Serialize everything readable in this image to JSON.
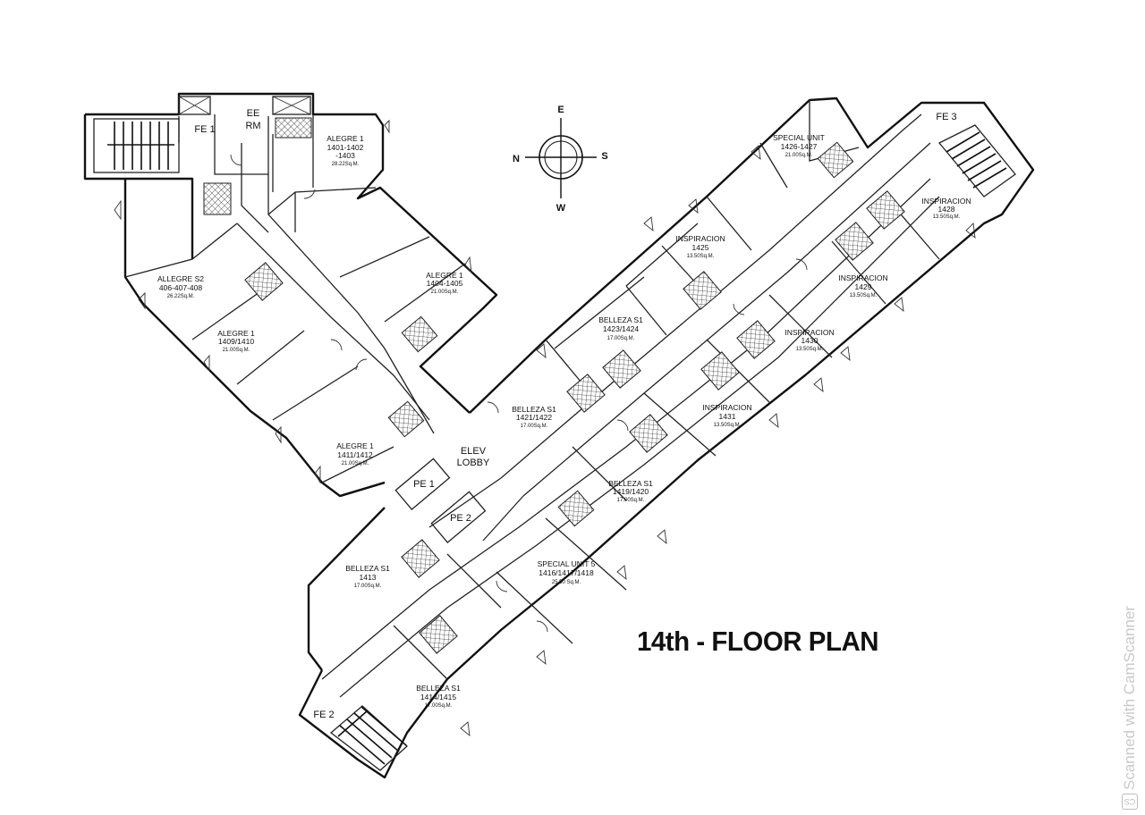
{
  "title": "14th - FLOOR PLAN",
  "watermark": {
    "badge": "CS",
    "text": "Scanned with CamScanner"
  },
  "compass": {
    "north": "N",
    "south": "S",
    "east": "E",
    "west": "W"
  },
  "spaces": {
    "fe1": "FE 1",
    "fe2": "FE 2",
    "fe3": "FE 3",
    "ee_rm_1": "EE",
    "ee_rm_2": "RM",
    "elev_lobby_1": "ELEV",
    "elev_lobby_2": "LOBBY",
    "pe1": "PE 1",
    "pe2": "PE 2"
  },
  "units": [
    {
      "id": "u1401",
      "name": "ALEGRE 1",
      "number": "1401-1402",
      "number2": "-1403",
      "area": "28.22Sq.M."
    },
    {
      "id": "u1404",
      "name": "ALEGRE 1",
      "number": "1404-1405",
      "area": "21.00Sq.M."
    },
    {
      "id": "u406",
      "name": "ALLEGRE S2",
      "number": "406-407-408",
      "area": "26.22Sq.M."
    },
    {
      "id": "u1409",
      "name": "ALEGRE 1",
      "number": "1409/1410",
      "area": "21.00Sq.M."
    },
    {
      "id": "u1411",
      "name": "ALEGRE 1",
      "number": "1411/1412",
      "area": "21.00Sq.M."
    },
    {
      "id": "u1413",
      "name": "BELLEZA S1",
      "number": "1413",
      "area": "17.00Sq.M."
    },
    {
      "id": "u1414",
      "name": "BELLEZA S1",
      "number": "1414/1415",
      "area": "17.00Sq.M."
    },
    {
      "id": "u1416",
      "name": "SPECIAL UNIT 5",
      "number": "1416/1417/1418",
      "area": "25.50 Sq.M."
    },
    {
      "id": "u1419",
      "name": "BELLEZA S1",
      "number": "1419/1420",
      "area": "17.00Sq.M."
    },
    {
      "id": "u1421",
      "name": "BELLEZA S1",
      "number": "1421/1422",
      "area": "17.00Sq.M."
    },
    {
      "id": "u1423",
      "name": "BELLEZA S1",
      "number": "1423/1424",
      "area": "17.00Sq.M."
    },
    {
      "id": "u1425",
      "name": "INSPIRACION",
      "number": "1425",
      "area": "13.50Sq.M."
    },
    {
      "id": "u1426",
      "name": "SPECIAL UNIT",
      "number": "1426-1427",
      "area": "21.00Sq.M."
    },
    {
      "id": "u1428",
      "name": "INSPIRACION",
      "number": "1428",
      "area": "13.50Sq.M."
    },
    {
      "id": "u1429",
      "name": "INSPIRACION",
      "number": "1429",
      "area": "13.50Sq.M."
    },
    {
      "id": "u1430",
      "name": "INSPIRACION",
      "number": "1430",
      "area": "13.50Sq.M."
    },
    {
      "id": "u1431",
      "name": "INSPIRACION",
      "number": "1431",
      "area": "13.50Sq.M."
    }
  ]
}
